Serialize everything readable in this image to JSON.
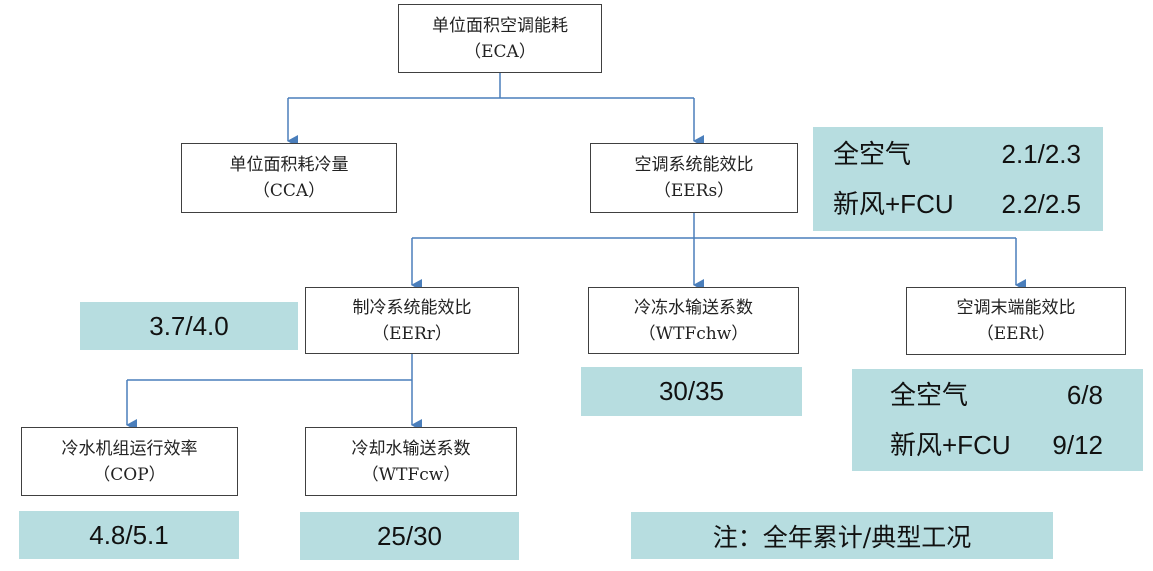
{
  "nodes": {
    "eca": {
      "title": "单位面积空调能耗",
      "abbr": "（ECA）"
    },
    "cca": {
      "title": "单位面积耗冷量",
      "abbr": "（CCA）"
    },
    "eers": {
      "title": "空调系统能效比",
      "abbr": "（EERs）"
    },
    "eerr": {
      "title": "制冷系统能效比",
      "abbr": "（EERr）"
    },
    "wtfchw": {
      "title": "冷冻水输送系数",
      "abbr": "（WTFchw）"
    },
    "eert": {
      "title": "空调末端能效比",
      "abbr": "（EERt）"
    },
    "cop": {
      "title": "冷水机组运行效率",
      "abbr": "（COP）"
    },
    "wtfcw": {
      "title": "冷却水输送系数",
      "abbr": "（WTFcw）"
    }
  },
  "values": {
    "eers": [
      {
        "label": "全空气",
        "value": "2.1/2.3"
      },
      {
        "label": "新风+FCU",
        "value": "2.2/2.5"
      }
    ],
    "eerr": "3.7/4.0",
    "wtfchw": "30/35",
    "eert": [
      {
        "label": "全空气",
        "value": "6/8"
      },
      {
        "label": "新风+FCU",
        "value": "9/12"
      }
    ],
    "cop": "4.8/5.1",
    "wtfcw": "25/30"
  },
  "footnote": "注：全年累计/典型工况",
  "colors": {
    "connector": "#4a7ebb",
    "value_box": "#b7dde0",
    "node_border": "#404040"
  }
}
